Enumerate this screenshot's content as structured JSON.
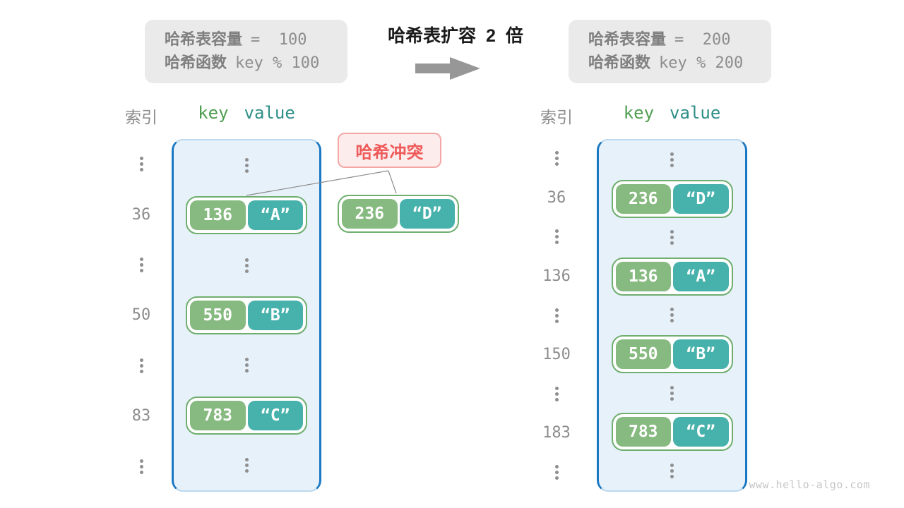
{
  "top": {
    "left_box": {
      "line1_label": "哈希表容量",
      "line1_code": "=  100",
      "line2_label": "哈希函数",
      "line2_code": "key % 100"
    },
    "title": "哈希表扩容  2  倍",
    "right_box": {
      "line1_label": "哈希表容量",
      "line1_code": "=  200",
      "line2_label": "哈希函数",
      "line2_code": "key % 200"
    }
  },
  "collision": {
    "label": "哈希冲突"
  },
  "left_table": {
    "index_header": "索引",
    "key_header": "key",
    "value_header": "value",
    "slots": [
      {
        "kind": "dots"
      },
      {
        "kind": "pair",
        "index": "36",
        "key": "136",
        "value": "“A”"
      },
      {
        "kind": "dots"
      },
      {
        "kind": "pair",
        "index": "50",
        "key": "550",
        "value": "“B”"
      },
      {
        "kind": "dots"
      },
      {
        "kind": "pair",
        "index": "83",
        "key": "783",
        "value": "“C”"
      },
      {
        "kind": "dots"
      }
    ]
  },
  "external_pair": {
    "key": "236",
    "value": "“D”"
  },
  "right_table": {
    "index_header": "索引",
    "key_header": "key",
    "value_header": "value",
    "slots": [
      {
        "kind": "dots"
      },
      {
        "kind": "pair",
        "index": "36",
        "key": "236",
        "value": "“D”"
      },
      {
        "kind": "dots"
      },
      {
        "kind": "pair",
        "index": "136",
        "key": "136",
        "value": "“A”"
      },
      {
        "kind": "dots"
      },
      {
        "kind": "pair",
        "index": "150",
        "key": "550",
        "value": "“B”"
      },
      {
        "kind": "dots"
      },
      {
        "kind": "pair",
        "index": "183",
        "key": "783",
        "value": "“C”"
      },
      {
        "kind": "dots"
      }
    ]
  },
  "watermark": "www.hello-algo.com",
  "colors": {
    "canvas-bg": "#ffffff",
    "info-bg": "#eaeaea",
    "label-gray": "#7f7f7f",
    "code-gray": "#8d8d8d",
    "title-color": "#1a1a1a",
    "arrow-gray": "#979797",
    "index-gray": "#8c8c8c",
    "header-key-green": "#4f9e50",
    "header-value-teal": "#2e8f88",
    "table-bg": "#e7f1fa",
    "table-border": "#1a78c2",
    "table-border-light": "#bcd9ee",
    "pair-bg": "#ffffff",
    "pair-border": "#6fae6e",
    "key-green": "#87ba80",
    "value-teal": "#47b1ac",
    "collision-red": "#ee5a5a",
    "collision-bg": "#fdecec",
    "collision-border": "#f5a7a7",
    "dot-gray": "#8f8f8f",
    "line-gray": "#8a8a8a",
    "watermark-gray": "#c5c5c5"
  }
}
